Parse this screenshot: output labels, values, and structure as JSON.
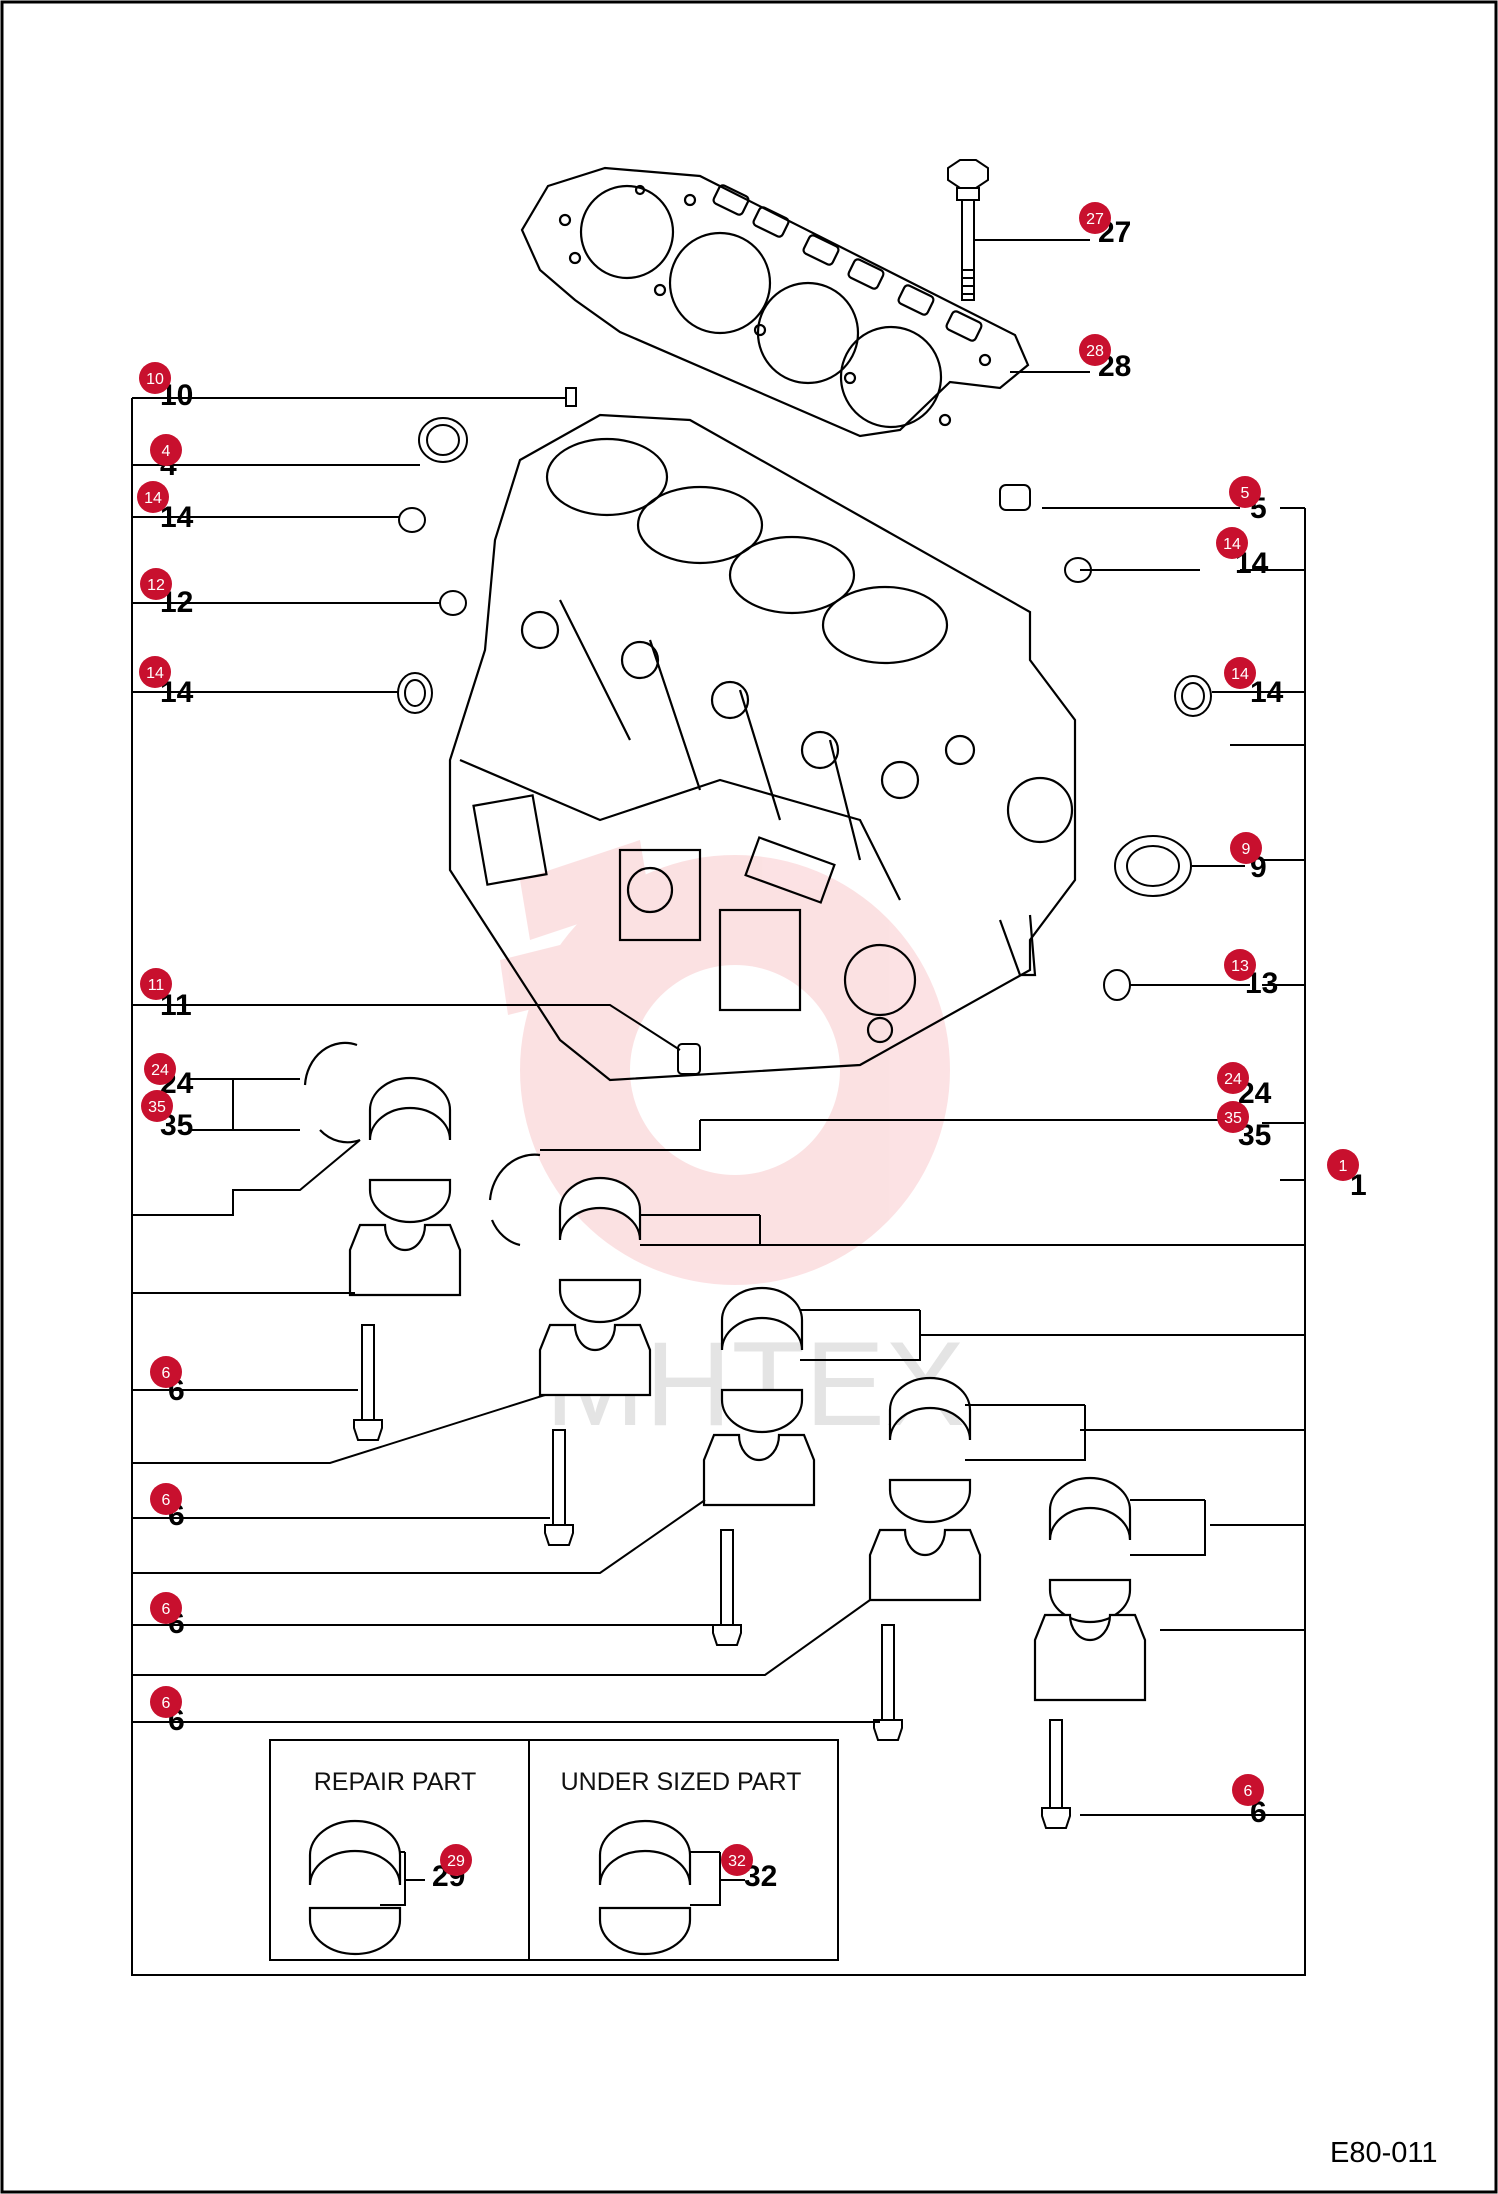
{
  "diagram_code": "E80-011",
  "inset_boxes": [
    {
      "title": "REPAIR PART",
      "part_number": "29",
      "callout": "29"
    },
    {
      "title": "UNDER SIZED PART",
      "part_number": "32",
      "callout": "32"
    }
  ],
  "watermark": "MHTEX",
  "accent_color": "#c8102e",
  "parts": [
    {
      "id": "p27",
      "label": "27",
      "callout": "27"
    },
    {
      "id": "p28",
      "label": "28",
      "callout": "28"
    },
    {
      "id": "p10",
      "label": "10",
      "callout": "10"
    },
    {
      "id": "p4",
      "label": "4",
      "callout": "4"
    },
    {
      "id": "p14a",
      "label": "14",
      "callout": "14"
    },
    {
      "id": "p12",
      "label": "12",
      "callout": "12"
    },
    {
      "id": "p14b",
      "label": "14",
      "callout": "14"
    },
    {
      "id": "p5",
      "label": "5",
      "callout": "5"
    },
    {
      "id": "p14c",
      "label": "14",
      "callout": "14"
    },
    {
      "id": "p14d",
      "label": "14",
      "callout": "14"
    },
    {
      "id": "p9",
      "label": "9",
      "callout": "9"
    },
    {
      "id": "p13",
      "label": "13",
      "callout": "13"
    },
    {
      "id": "p11",
      "label": "11",
      "callout": "11"
    },
    {
      "id": "p24a",
      "label": "24",
      "callout": "24"
    },
    {
      "id": "p35a",
      "label": "35",
      "callout": "35"
    },
    {
      "id": "p24b",
      "label": "24",
      "callout": "24"
    },
    {
      "id": "p35b",
      "label": "35",
      "callout": "35"
    },
    {
      "id": "p1",
      "label": "1",
      "callout": "1"
    },
    {
      "id": "p6a",
      "label": "6",
      "callout": "6"
    },
    {
      "id": "p6b",
      "label": "6",
      "callout": "6"
    },
    {
      "id": "p6c",
      "label": "6",
      "callout": "6"
    },
    {
      "id": "p6d",
      "label": "6",
      "callout": "6"
    },
    {
      "id": "p6e",
      "label": "6",
      "callout": "6"
    }
  ]
}
